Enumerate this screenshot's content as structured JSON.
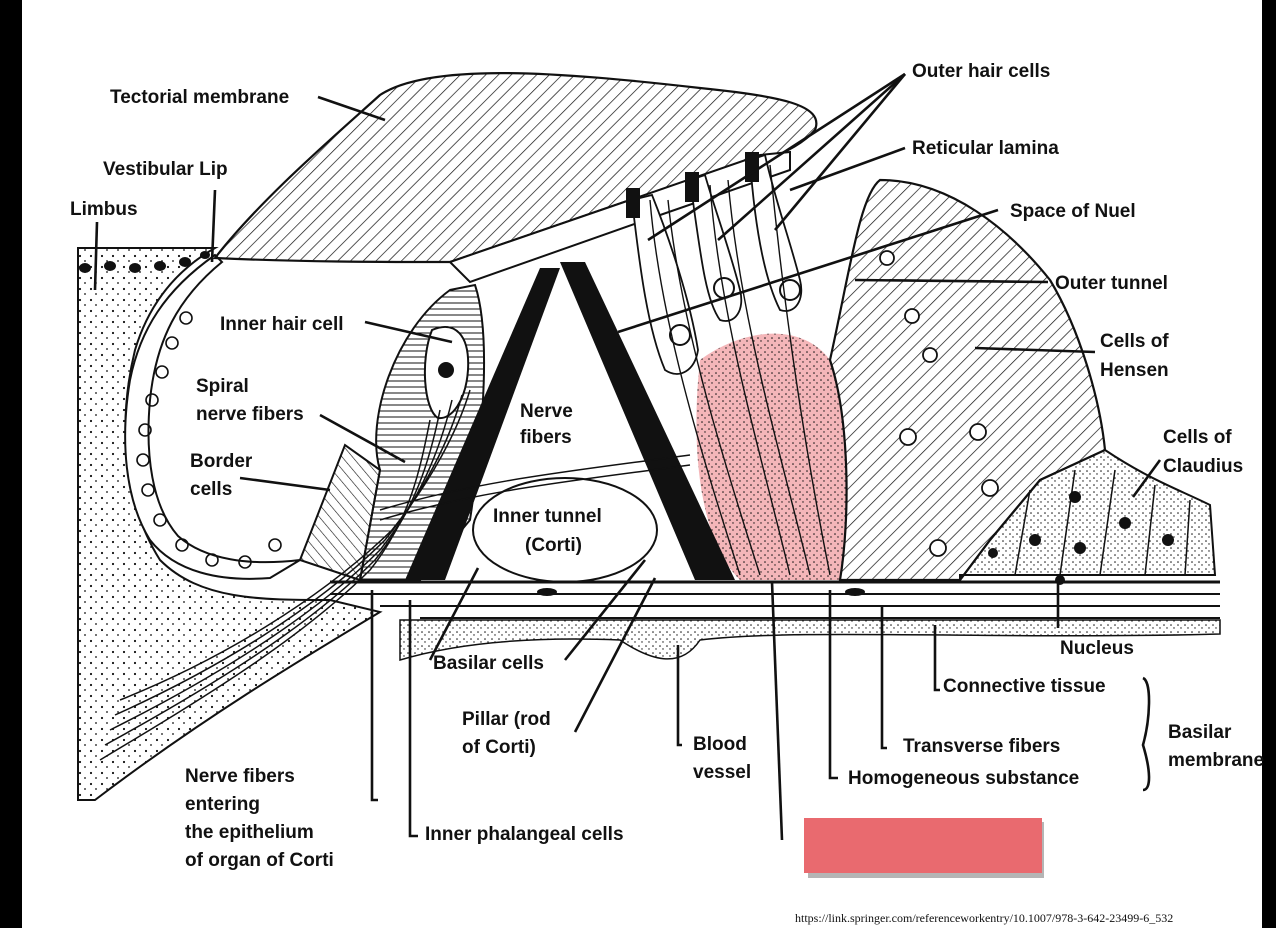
{
  "labels": {
    "tectorial_membrane": "Tectorial membrane",
    "vestibular_lip": "Vestibular Lip",
    "limbus": "Limbus",
    "inner_hair_cell": "Inner hair cell",
    "spiral_nerve_fibers_1": "Spiral",
    "spiral_nerve_fibers_2": "nerve fibers",
    "border_cells_1": "Border",
    "border_cells_2": "cells",
    "nerve_fibers_1": "Nerve",
    "nerve_fibers_2": "fibers",
    "inner_tunnel_1": "Inner tunnel",
    "inner_tunnel_2": "(Corti)",
    "outer_hair_cells": "Outer hair cells",
    "reticular_lamina": "Reticular lamina",
    "space_of_nuel": "Space of Nuel",
    "outer_tunnel": "Outer tunnel",
    "cells_of_hensen_1": "Cells of",
    "cells_of_hensen_2": "Hensen",
    "cells_of_claudius_1": "Cells of",
    "cells_of_claudius_2": "Claudius",
    "nucleus": "Nucleus",
    "connective_tissue": "Connective tissue",
    "basilar_membrane_1": "Basilar",
    "basilar_membrane_2": "membrane",
    "transverse_fibers": "Transverse fibers",
    "homogeneous_substance": "Homogeneous substance",
    "blood_vessel_1": "Blood",
    "blood_vessel_2": "vessel",
    "basilar_cells": "Basilar cells",
    "pillar_1": "Pillar (rod",
    "pillar_2": "of Corti)",
    "nerve_entering_1": "Nerve fibers",
    "nerve_entering_2": "entering",
    "nerve_entering_3": "the epithelium",
    "nerve_entering_4": "of organ of Corti",
    "inner_phalangeal_cells": "Inner phalangeal cells"
  },
  "source_url": "https://link.springer.com/referenceworkentry/10.1007/978-3-642-23499-6_532",
  "colors": {
    "highlight_region": "#f2a9ad",
    "redaction_bar": "#e96a6f",
    "ink": "#111111"
  }
}
